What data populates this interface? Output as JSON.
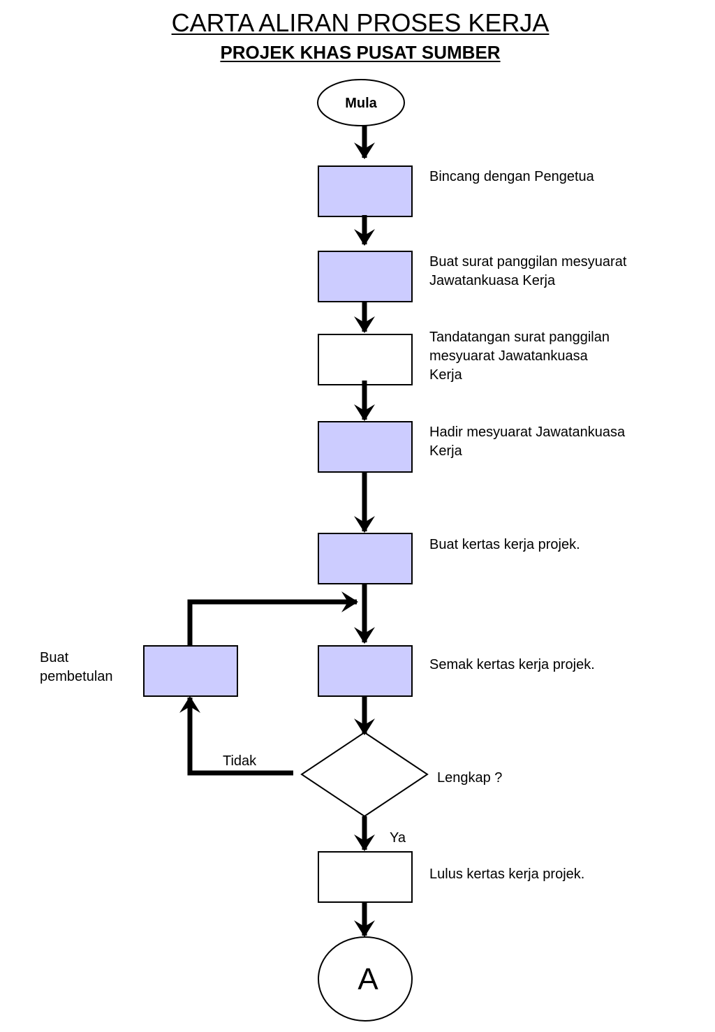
{
  "title": "CARTA ALIRAN PROSES KERJA",
  "subtitle": "PROJEK KHAS PUSAT SUMBER ",
  "start": {
    "label": "Mula"
  },
  "steps": [
    {
      "text": [
        "Bincang dengan Pengetua"
      ],
      "fill": "#ccccff"
    },
    {
      "text": [
        "Buat surat panggilan mesyuarat",
        "Jawatankuasa Kerja"
      ],
      "fill": "#ccccff"
    },
    {
      "text": [
        "Tandatangan surat panggilan",
        "mesyuarat Jawatankuasa",
        "Kerja"
      ],
      "fill": "#ffffff"
    },
    {
      "text": [
        "Hadir mesyuarat Jawatankuasa",
        "Kerja"
      ],
      "fill": "#ccccff"
    },
    {
      "text": [
        "Buat kertas kerja projek."
      ],
      "fill": "#ccccff"
    },
    {
      "text": [
        "Semak kertas kerja projek."
      ],
      "fill": "#ccccff"
    }
  ],
  "decision": {
    "question": "Lengkap ?",
    "yes": "Ya",
    "no": "Tidak"
  },
  "correction": {
    "text": [
      "Buat",
      "pembetulan"
    ],
    "fill": "#ccccff"
  },
  "final_step": {
    "text": [
      "Lulus kertas kerja projek."
    ],
    "fill": "#ffffff"
  },
  "connector": {
    "label": "A"
  }
}
